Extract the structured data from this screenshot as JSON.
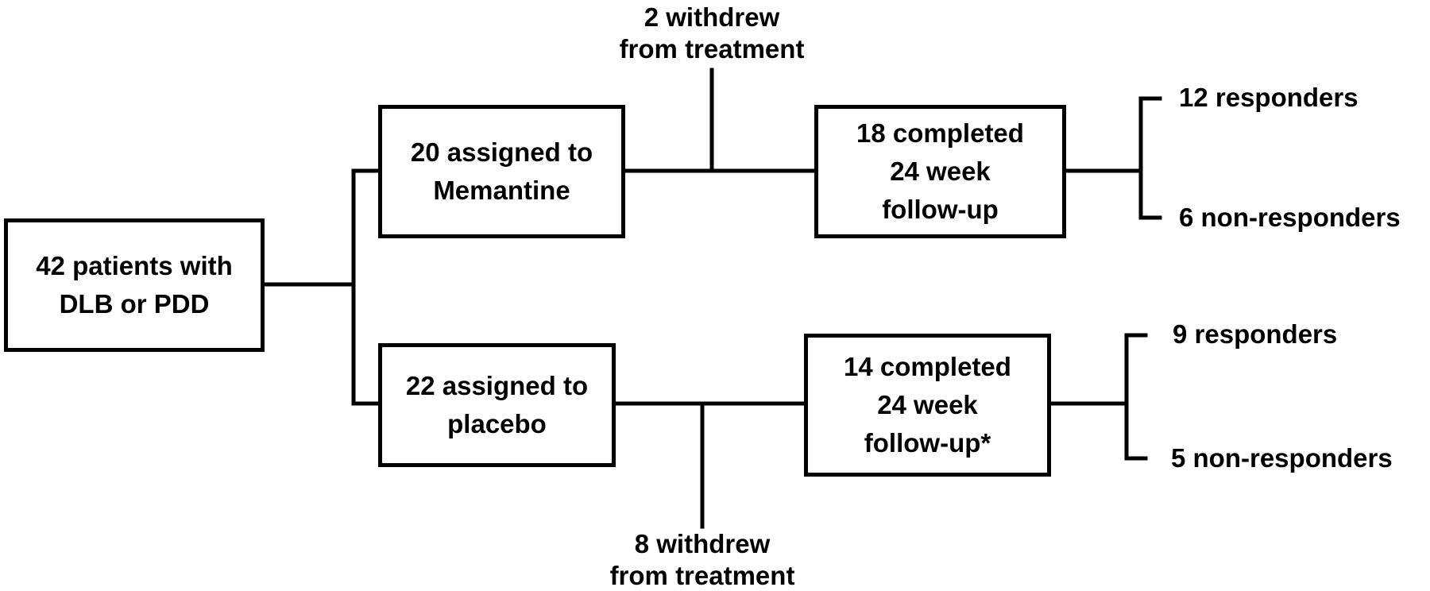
{
  "boxes": {
    "patients": {
      "lines": [
        "42 patients with",
        "DLB or PDD"
      ]
    },
    "memantine": {
      "lines": [
        "20 assigned to",
        "Memantine"
      ]
    },
    "placebo": {
      "lines": [
        "22 assigned to",
        "placebo"
      ]
    },
    "memantine_completed": {
      "lines": [
        "18 completed",
        "24 week",
        "follow-up"
      ]
    },
    "placebo_completed": {
      "lines": [
        "14 completed",
        "24 week",
        "follow-up*"
      ]
    }
  },
  "withdrawals": {
    "memantine": {
      "lines": [
        "2 withdrew",
        "from treatment"
      ]
    },
    "placebo": {
      "lines": [
        "8 withdrew",
        "from treatment"
      ]
    }
  },
  "outcomes": {
    "memantine_responders": "12 responders",
    "memantine_non_responders": "6 non-responders",
    "placebo_responders": "9 responders",
    "placebo_non_responders": "5 non-responders"
  },
  "colors": {
    "stroke": "#000000",
    "background": "#ffffff",
    "text": "#000000"
  }
}
